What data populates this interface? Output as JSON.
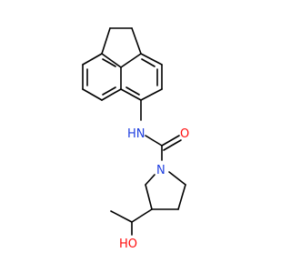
{
  "molecule": {
    "atoms": {
      "amide_n": {
        "label": "N",
        "sub": "H",
        "color": "#2040e0"
      },
      "carbonyl_o": {
        "label": "O",
        "color": "#ff0d0d"
      },
      "ring_n": {
        "label": "N",
        "color": "#2040e0"
      },
      "hydroxyl": {
        "label": "HO",
        "color": "#ff0d0d"
      }
    },
    "bond_color": "#000000"
  }
}
